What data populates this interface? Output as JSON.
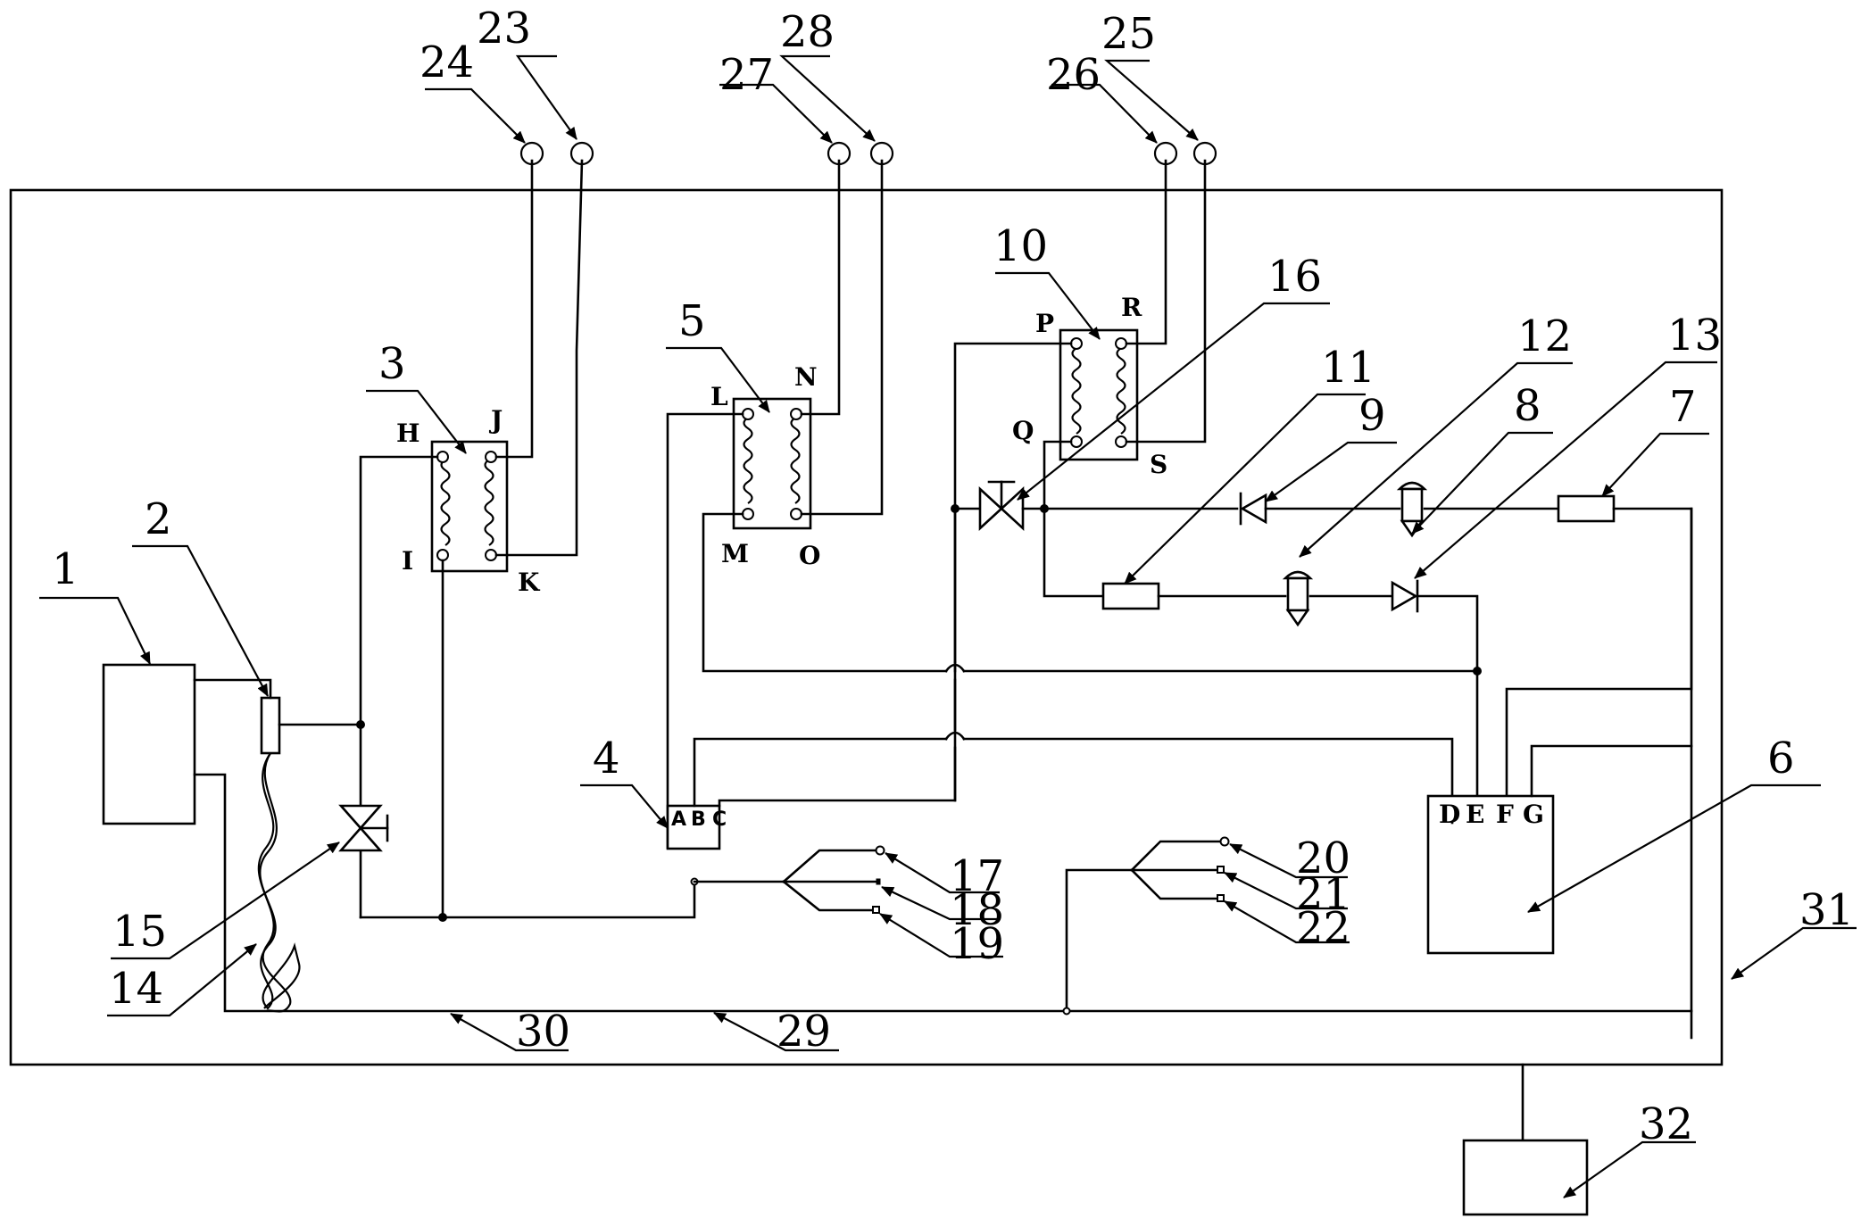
{
  "labels": {
    "n1": "1",
    "n2": "2",
    "n3": "3",
    "n4": "4",
    "n5": "5",
    "n6": "6",
    "n7": "7",
    "n8": "8",
    "n9": "9",
    "n10": "10",
    "n11": "11",
    "n12": "12",
    "n13": "13",
    "n14": "14",
    "n15": "15",
    "n16": "16",
    "n17": "17",
    "n18": "18",
    "n19": "19",
    "n20": "20",
    "n21": "21",
    "n22": "22",
    "n23": "23",
    "n24": "24",
    "n25": "25",
    "n26": "26",
    "n27": "27",
    "n28": "28",
    "n29": "29",
    "n30": "30",
    "n31": "31",
    "n32": "32"
  },
  "ports": {
    "H": "H",
    "I": "I",
    "J": "J",
    "K": "K",
    "L": "L",
    "M": "M",
    "N": "N",
    "O": "O",
    "P": "P",
    "Q": "Q",
    "R": "R",
    "S": "S",
    "A": "A",
    "B": "B",
    "C": "C",
    "D": "D",
    "E": "E",
    "F": "F",
    "G": "G"
  }
}
